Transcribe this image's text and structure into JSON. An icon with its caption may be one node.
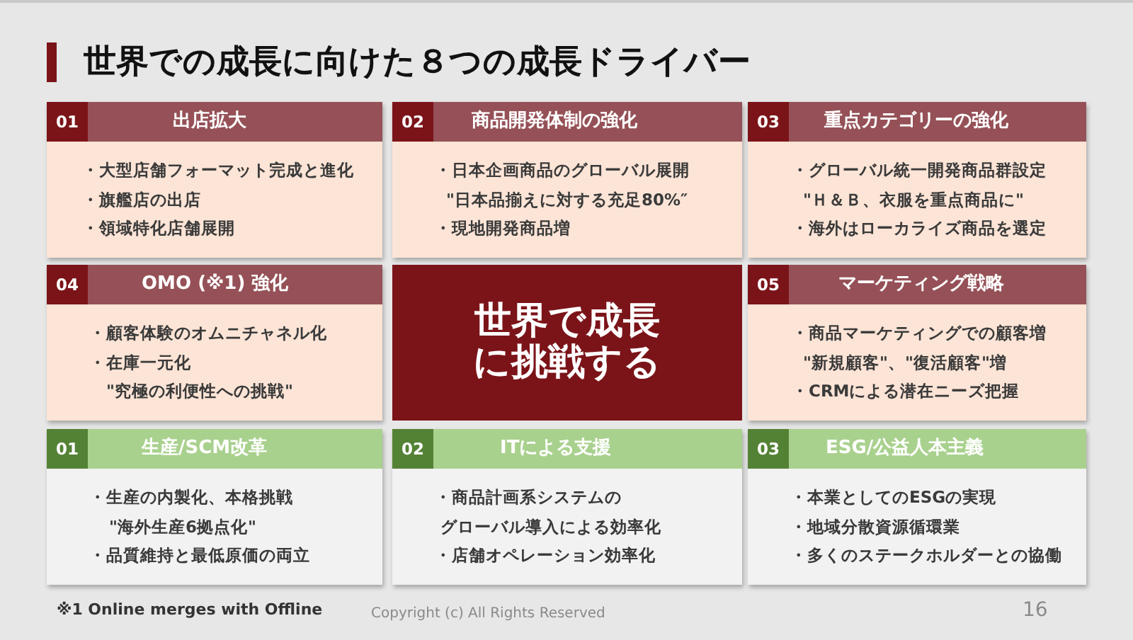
{
  "diagram": {
    "title": "世界での成長に向けた８つの成長ドライバー",
    "nodes": [
      {
        "text": [
          "01",
          "出店拡大",
          "・大型店舗フォーマット完成と進化",
          "・旗艦店の出店",
          "・領域特化店舗展開"
        ]
      },
      {
        "text": [
          "02",
          "商品開発体制の強化",
          "・日本企画商品のグローバル展開",
          "\"日本品揃えに対する充足80%″",
          "・現地開発商品増"
        ]
      },
      {
        "text": [
          "03",
          "重点カテゴリーの強化",
          "・グローバル統一開発商品群設定",
          "\"Ｈ＆Ｂ、衣服を重点商品に\"",
          "・海外はローカライズ商品を選定"
        ]
      },
      {
        "text": [
          "04",
          "OMO (※1) 強化",
          "・顧客体験のオムニチャネル化",
          "・在庫一元化",
          "\"究極の利便性への挑戦\""
        ]
      },
      {
        "text": [
          "世界で成長に挑戦する"
        ]
      },
      {
        "text": [
          "05",
          "マーケティング戦略",
          "・商品マーケティングでの顧客増",
          "\"新規顧客\"、\"復活顧客\"増",
          "・CRMによる潜在ニーズ把握"
        ]
      },
      {
        "text": [
          "01",
          "生産/SCM改革",
          "・生産の内製化、本格挑戦",
          "\"海外生産6拠点化\"",
          "・品質維持と最低原価の両立"
        ]
      },
      {
        "text": [
          "02",
          "ITによる支援",
          "・商品計画系システムの",
          "グローバル導入による効率化",
          "・店舗オペレーション効率化"
        ]
      },
      {
        "text": [
          "03",
          "ESG/公益人本主義",
          "・本業としてのESGの実現",
          "・地域分散資源循環業",
          "・多くのステークホルダーとの協働"
        ]
      }
    ],
    "labels": [
      "※1 Online merges with Offline",
      "Copyright (c) All Rights Reserved",
      "16"
    ]
  }
}
